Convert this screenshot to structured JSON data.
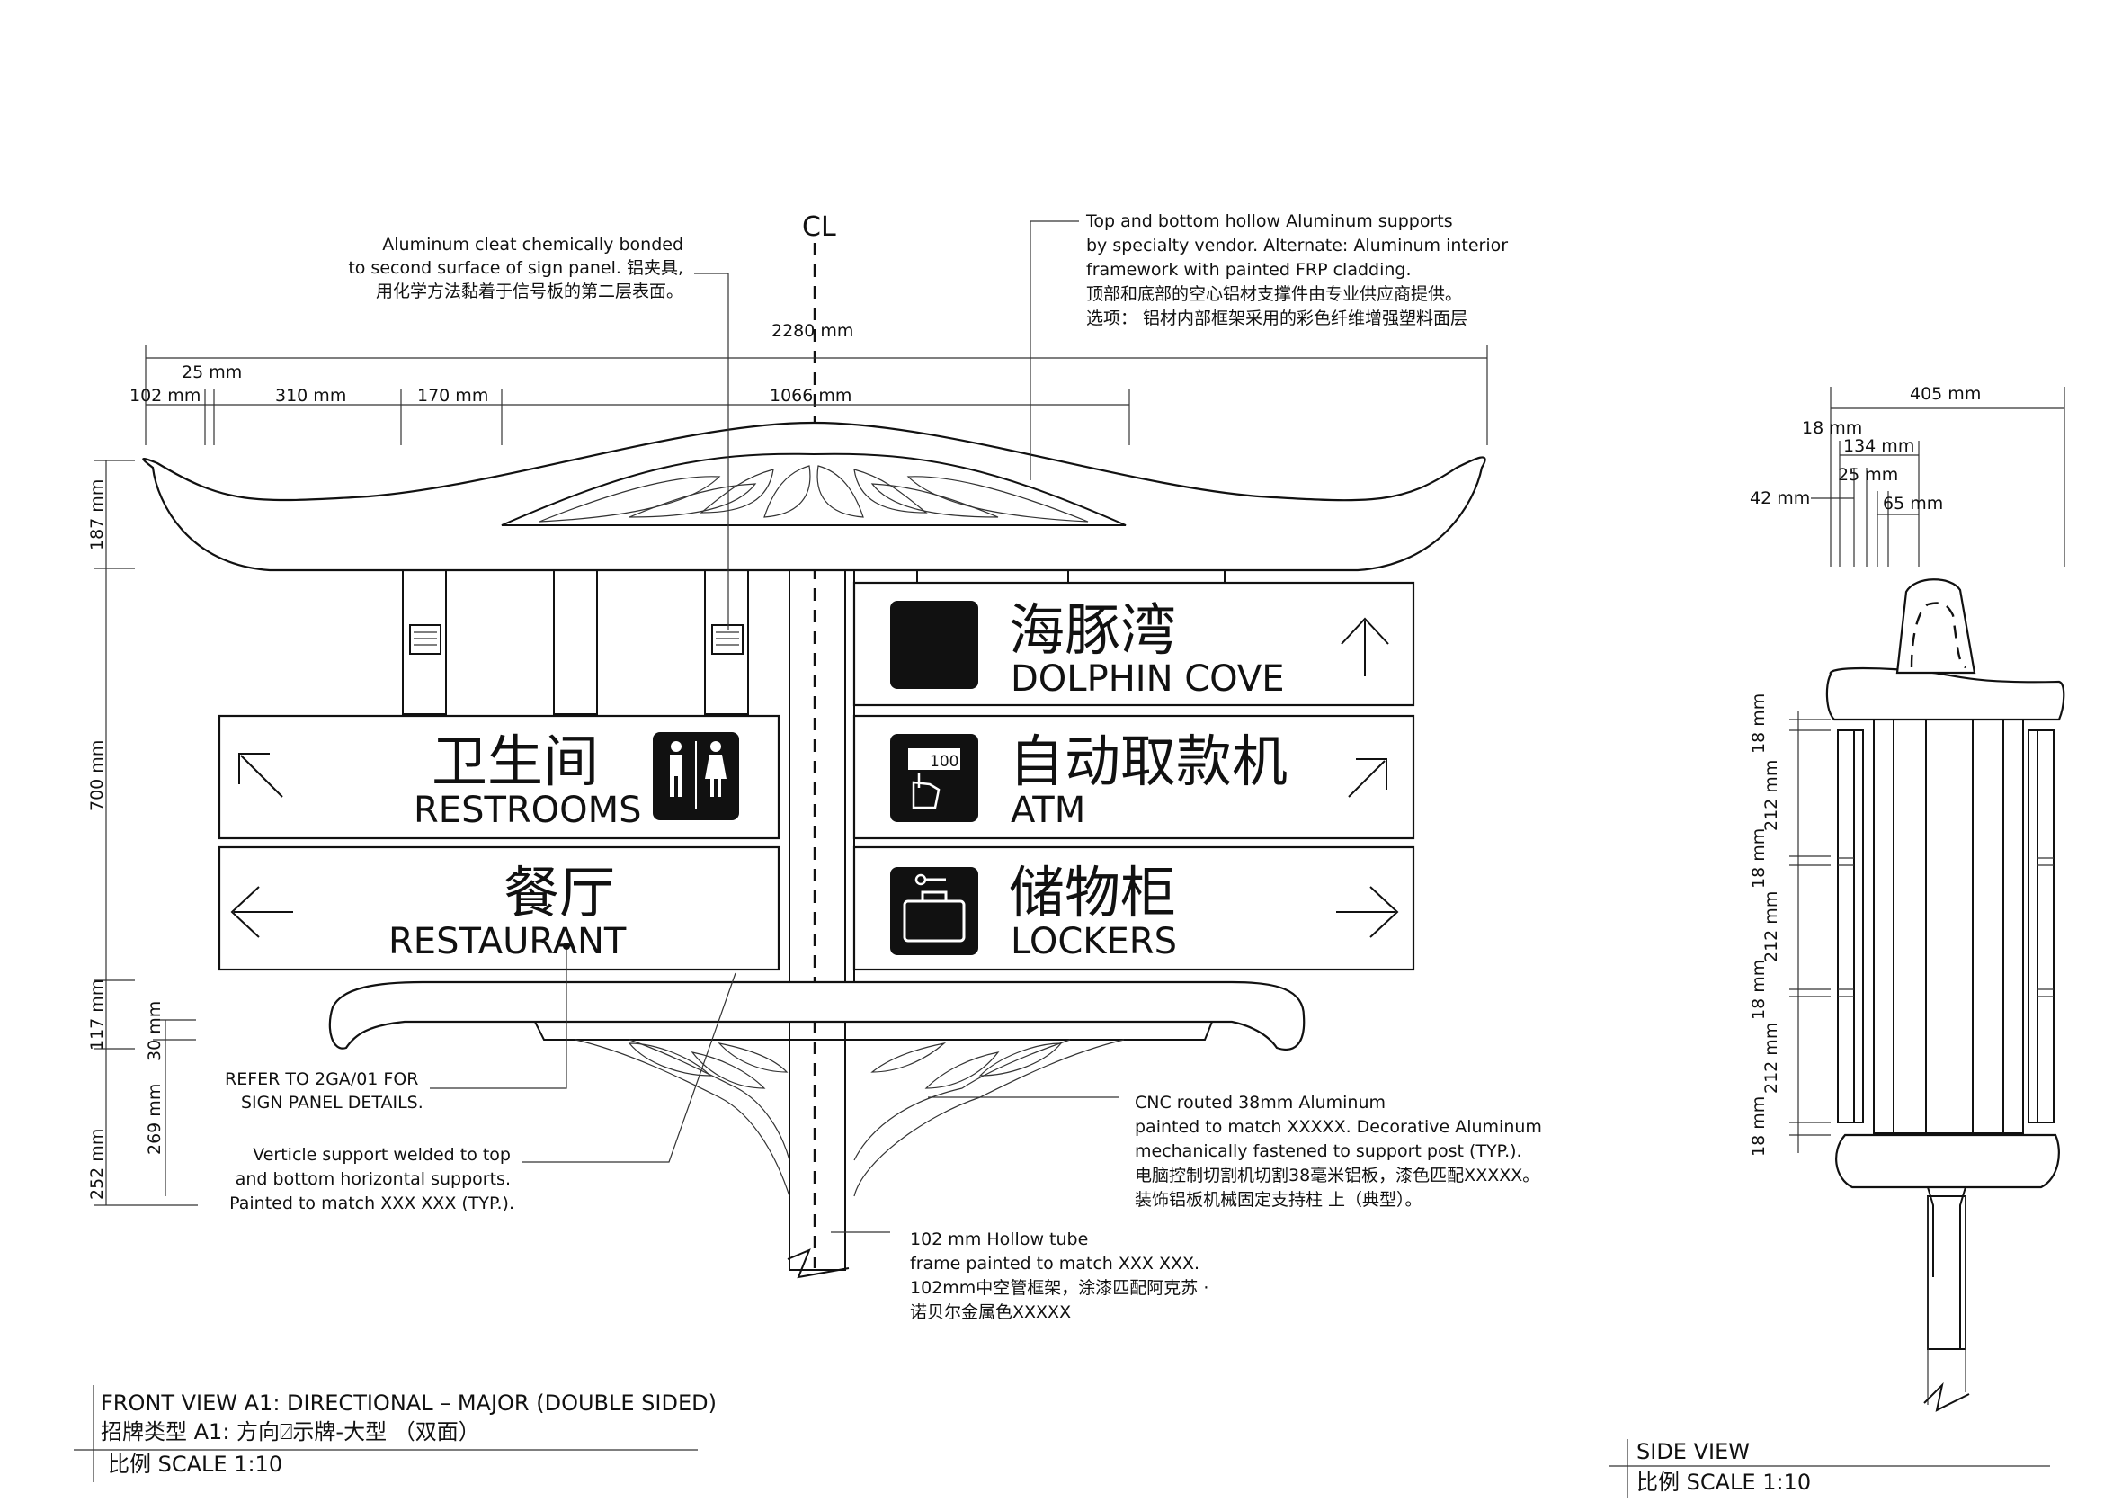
{
  "centerline_symbol": "CL",
  "notes": {
    "cleat": [
      "Aluminum cleat chemically bonded",
      "to second surface of sign panel. 铝夹具,",
      "用化学方法黏着于信号板的第二层表面。"
    ],
    "supports": [
      "Top and bottom hollow Aluminum supports",
      "by specialty vendor. Alternate: Aluminum interior",
      "framework with painted FRP cladding.",
      "顶部和底部的空心铝材支撑件由专业供应商提供。",
      "选项：  铝材内部框架采用的彩色纤维增强塑料面层"
    ],
    "refer": [
      "REFER TO 2GA/01 FOR",
      "SIGN PANEL DETAILS."
    ],
    "verticle": [
      "Verticle support welded to top",
      "and bottom horizontal supports.",
      "Painted to match XXX XXX (TYP.)."
    ],
    "cnc": [
      "CNC routed 38mm Aluminum",
      "painted to match XXXXX. Decorative Aluminum",
      "mechanically fastened to support post (TYP.).",
      "电脑控制切割机切割38毫米铝板，漆色匹配XXXXX。",
      "装饰铝板机械固定支持柱 上（典型）。"
    ],
    "tube": [
      "102 mm Hollow tube",
      "frame painted to match XXX XXX.",
      "102mm中空管框架，涂漆匹配阿克苏 ·",
      "诺贝尔金属色XXXXX"
    ]
  },
  "dimensions": {
    "overall_width": "2280 mm",
    "d25": "25 mm",
    "d102": "102 mm",
    "d310": "310 mm",
    "d170": "170 mm",
    "d1066": "1066 mm",
    "h187": "187 mm",
    "h700": "700 mm",
    "h117": "117 mm",
    "h30": "30 mm",
    "h252": "252 mm",
    "h269": "269 mm"
  },
  "side_dimensions": {
    "w405": "405 mm",
    "w18": "18 mm",
    "w134": "134 mm",
    "w25": "25 mm",
    "w42": "42 mm",
    "w65": "65 mm",
    "v18a": "18 mm",
    "v212a": "212 mm",
    "v18b": "18 mm",
    "v212b": "212 mm",
    "v18c": "18 mm",
    "v212c": "212 mm",
    "v18d": "18 mm"
  },
  "panels": {
    "dolphin": {
      "cn": "海豚湾",
      "en": "DOLPHIN COVE"
    },
    "restrooms": {
      "cn": "卫生间",
      "en": "RESTROOMS"
    },
    "atm": {
      "cn": "自动取款机",
      "en": "ATM",
      "icon_text": "100"
    },
    "restaurant": {
      "cn": "餐厅",
      "en": "RESTAURANT"
    },
    "lockers": {
      "cn": "储物柜",
      "en": "LOCKERS"
    }
  },
  "front_title": {
    "line1": "FRONT VIEW A1: DIRECTIONAL – MAJOR (DOUBLE SIDED)",
    "line2": "招牌类型 A1: 方向⍁示牌-大型 （双面）",
    "scale": "比例 SCALE 1:10"
  },
  "side_title": {
    "line1": "SIDE VIEW",
    "scale": "比例 SCALE 1:10"
  }
}
